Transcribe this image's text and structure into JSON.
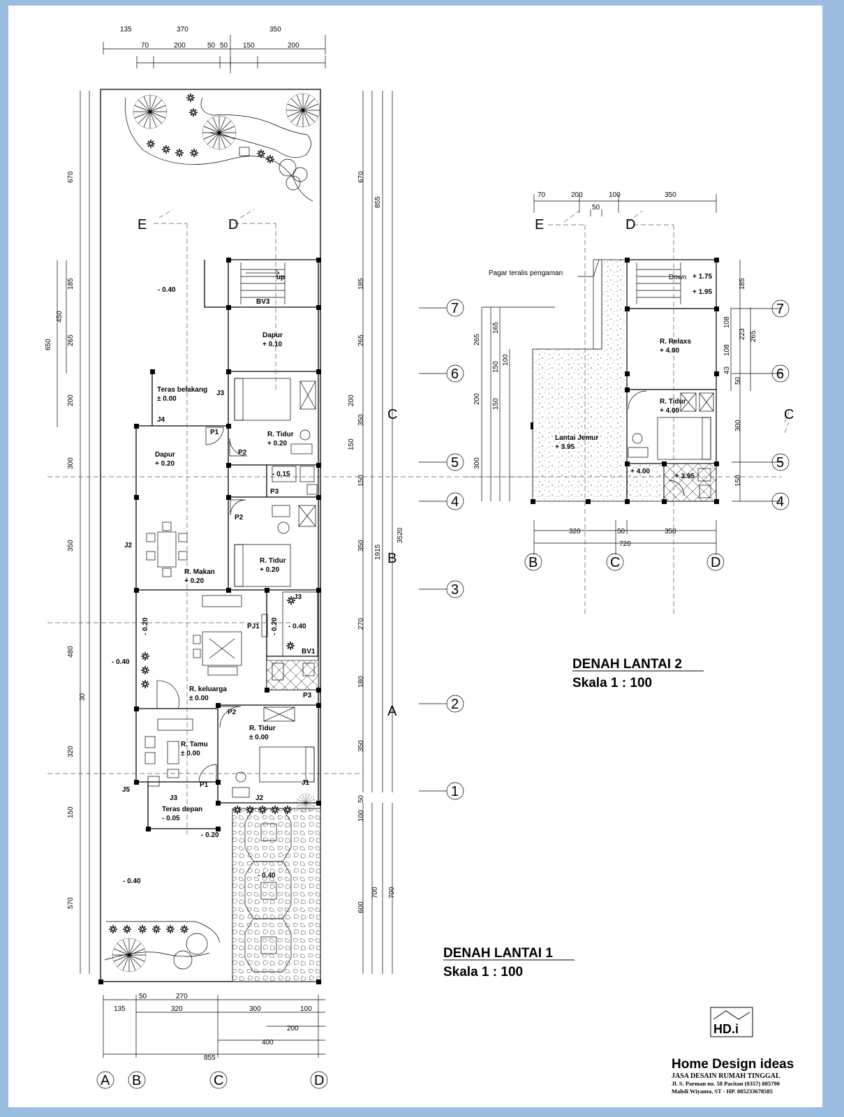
{
  "plan1": {
    "title": "DENAH LANTAI 1",
    "scale": "Skala 1 : 100",
    "top_dims_row1": [
      "135",
      "370",
      "350"
    ],
    "top_dims_row2": [
      "70",
      "200",
      "50",
      "50",
      "150",
      "200"
    ],
    "bottom_dims_row1": [
      "50",
      "270"
    ],
    "bottom_dims_row2": [
      "135",
      "320",
      "300",
      "100"
    ],
    "bottom_dims_row3": [
      "200"
    ],
    "bottom_dims_row4": [
      "400"
    ],
    "bottom_dims_total": "855",
    "left_dims": [
      "670",
      "185",
      "450",
      "265",
      "650",
      "200",
      "300",
      "350",
      "480",
      "30",
      "320",
      "150",
      "570"
    ],
    "right_dims": [
      "670",
      "855",
      "185",
      "265",
      "200",
      "350",
      "150",
      "150",
      "350",
      "1915",
      "3520",
      "270",
      "180",
      "350",
      "50",
      "100",
      "600",
      "700",
      "700"
    ],
    "grid_bottom": [
      "A",
      "B",
      "C",
      "D"
    ],
    "grid_right": [
      "7",
      "6",
      "5",
      "4",
      "3",
      "2",
      "1"
    ],
    "grid_side": [
      "C",
      "B",
      "A"
    ],
    "sections": [
      "E",
      "D"
    ],
    "rooms": [
      {
        "name": "Dapur",
        "level": "+ 0.10"
      },
      {
        "name": "Teras belakang",
        "level": "± 0.00"
      },
      {
        "name": "R. Tidur",
        "level": "+ 0.20"
      },
      {
        "name": "Dapur",
        "level": "+ 0.20"
      },
      {
        "name": "R. Tidur",
        "level": "+ 0.20"
      },
      {
        "name": "R. Makan",
        "level": "+ 0.20"
      },
      {
        "name": "R. keluarga",
        "level": "± 0.00"
      },
      {
        "name": "R. Tamu",
        "level": "± 0.00"
      },
      {
        "name": "R. Tidur",
        "level": "± 0.00"
      },
      {
        "name": "Teras depan",
        "level": "- 0.05"
      }
    ],
    "levels": [
      "- 0.40",
      "- 0.40",
      "- 0.40",
      "- 0.40",
      "- 0.20",
      "- 0.20",
      "- 0.20",
      "- 0.15",
      "- 0.40"
    ],
    "tags": [
      "up",
      "BV3",
      "J3",
      "J4",
      "P1",
      "P2",
      "P3",
      "P2",
      "J2",
      "J3",
      "PJ1",
      "BV1",
      "P3",
      "P2",
      "J5",
      "J3",
      "P1",
      "J2",
      "J1"
    ]
  },
  "plan2": {
    "title": "DENAH LANTAI 2",
    "scale": "Skala 1 : 100",
    "top_dims": [
      "70",
      "200",
      "100",
      "350",
      "50"
    ],
    "bottom_dims": [
      "320",
      "50",
      "350"
    ],
    "bottom_total": "720",
    "left_dims": [
      "165",
      "265",
      "100",
      "150",
      "200",
      "150",
      "300"
    ],
    "right_dims": [
      "185",
      "108",
      "223",
      "265",
      "108",
      "50",
      "43",
      "300",
      "150"
    ],
    "grid_bottom": [
      "B",
      "C",
      "D"
    ],
    "grid_right": [
      "7",
      "6",
      "5",
      "4"
    ],
    "grid_side": [
      "C"
    ],
    "sections": [
      "E",
      "D"
    ],
    "railing_label": "Pagar teralis pengaman",
    "stair_label": "Down",
    "stair_levels": [
      "+ 1.75",
      "+ 1.95"
    ],
    "rooms": [
      {
        "name": "R. Relaxs",
        "level": "+ 4.00"
      },
      {
        "name": "R. Tidur",
        "level": "+ 4.00"
      },
      {
        "name": "Lantai Jemur",
        "level": "+ 3.95"
      }
    ],
    "levels": [
      "+ 4.00",
      "+ 3.95"
    ]
  },
  "logo": {
    "mark": "HD.i",
    "brand": "Home Design ideas",
    "line1": "JASA DESAIN RUMAH TINGGAL",
    "line2": "Jl. S. Parman no. 58 Pacitan (0357) 885790",
    "line3": "Mahdi Wiyanto, ST - HP. 085233678585"
  }
}
